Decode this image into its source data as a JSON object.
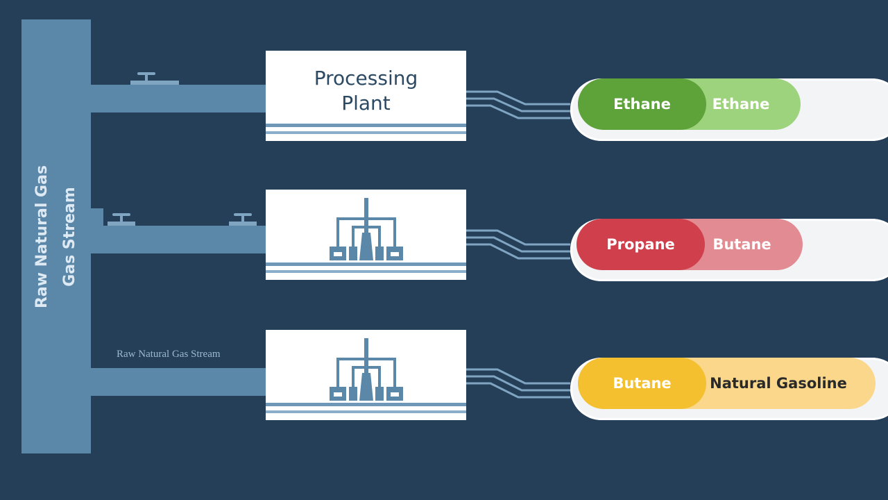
{
  "header": {
    "line1": "Raw Natural Gas",
    "line2": "Gas Stream"
  },
  "stream_label": "Raw Natural Gas Stream",
  "plants": [
    {
      "title_line1": "Processing",
      "title_line2": "Plant"
    },
    {
      "icon": "distillation-column-icon"
    },
    {
      "icon": "distillation-column-icon"
    }
  ],
  "products": [
    {
      "left": {
        "label": "Ethane",
        "color": "#5da33a"
      },
      "right": {
        "label": "Ethane",
        "color": "#9ed37d"
      }
    },
    {
      "left": {
        "label": "Propane",
        "color": "#cf3f4c"
      },
      "right": {
        "label": "Butane",
        "color": "#e28b92"
      }
    },
    {
      "left": {
        "label": "Butane",
        "color": "#f4c030"
      },
      "right": {
        "label": "Natural Gasoline",
        "color": "#fad78a"
      }
    }
  ],
  "colors": {
    "background": "#263f58",
    "pipe": "#5b87a9",
    "plant_text": "#2b4963"
  }
}
